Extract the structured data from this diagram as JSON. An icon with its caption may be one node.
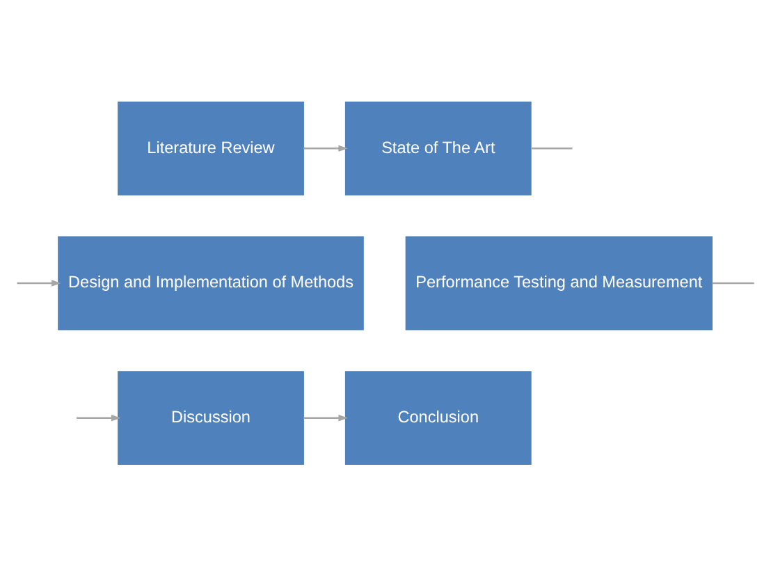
{
  "diagram": {
    "nodes": [
      {
        "text": [
          "Literature Review"
        ]
      },
      {
        "text": [
          "State of The Art"
        ]
      },
      {
        "text": [
          "Design and Implementation of Methods"
        ]
      },
      {
        "text": [
          "Performance Testing and Measurement"
        ]
      },
      {
        "text": [
          "Discussion"
        ]
      },
      {
        "text": [
          "Conclusion"
        ]
      }
    ],
    "edges": [
      {
        "from": 0,
        "to": 1,
        "arrow": "to"
      },
      {
        "from": 1,
        "to": null,
        "arrow": "none"
      },
      {
        "from": null,
        "to": 2,
        "arrow": "to"
      },
      {
        "from": 3,
        "to": null,
        "arrow": "none"
      },
      {
        "from": null,
        "to": 4,
        "arrow": "to"
      },
      {
        "from": 4,
        "to": 5,
        "arrow": "to"
      }
    ]
  }
}
